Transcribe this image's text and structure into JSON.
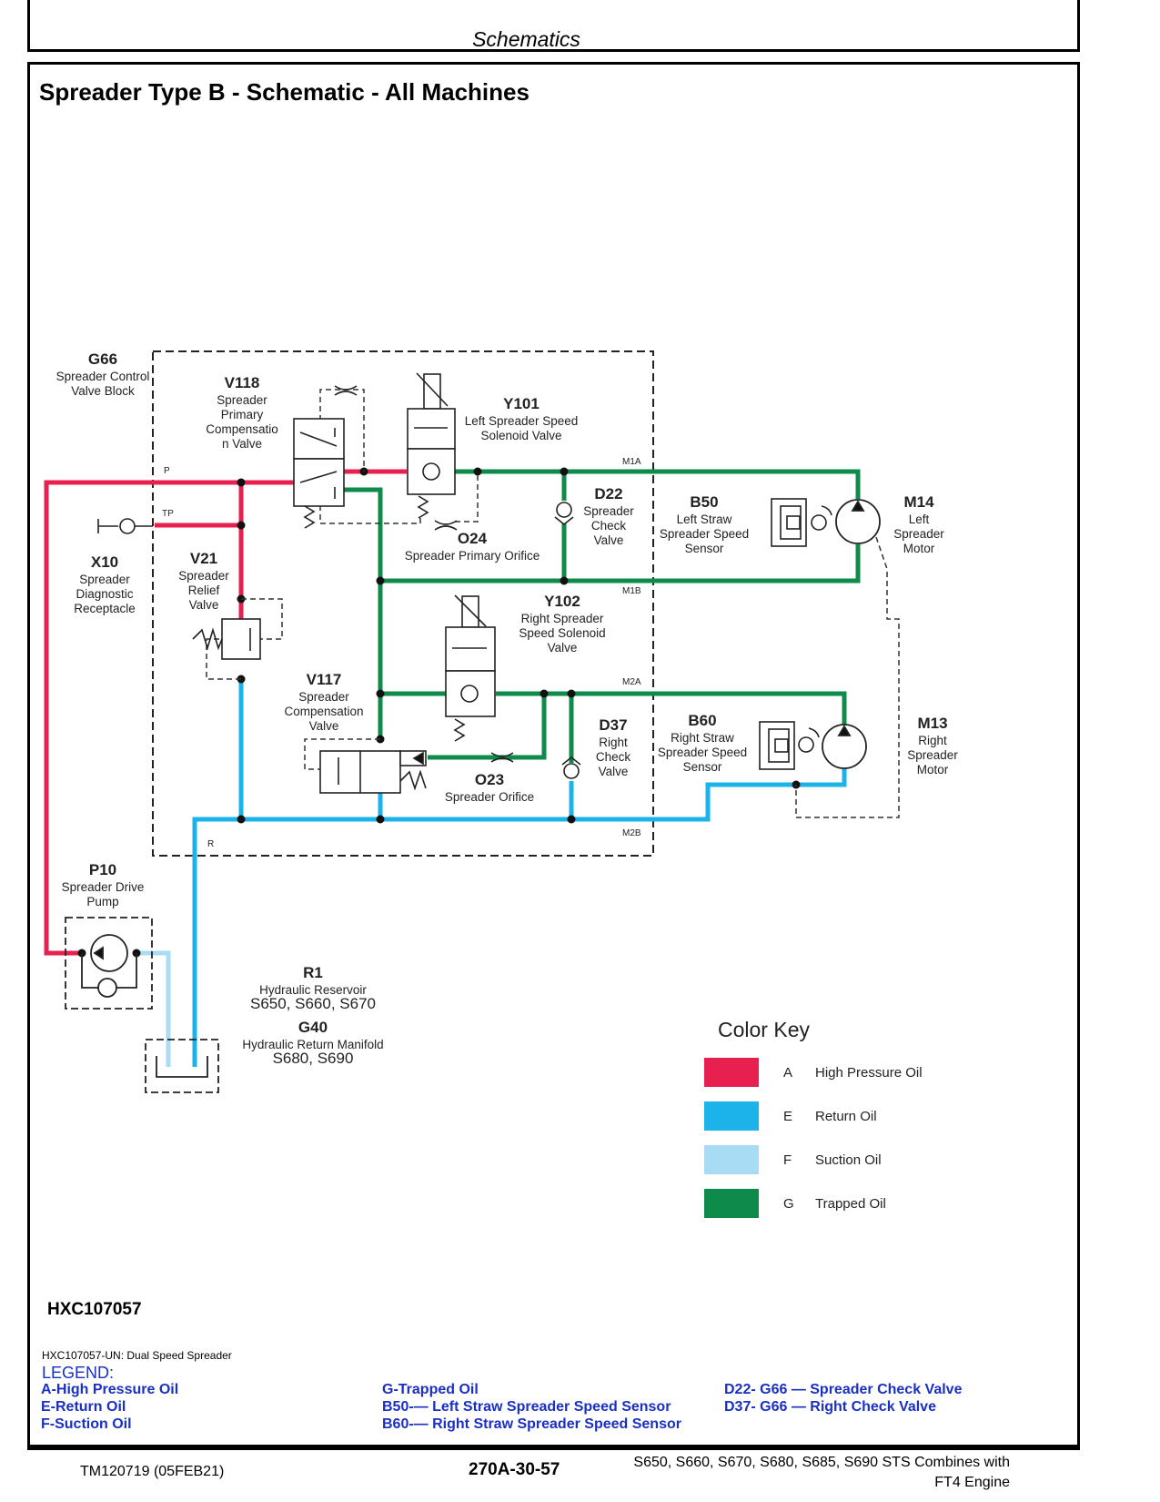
{
  "header": {
    "section": "Schematics"
  },
  "page_title": "Spreader Type B - Schematic - All Machines",
  "components": {
    "g66": {
      "id": "G66",
      "lines": [
        "Spreader Control",
        "Valve Block"
      ]
    },
    "v118": {
      "id": "V118",
      "lines": [
        "Spreader",
        "Primary",
        "Compensatio",
        "n Valve"
      ]
    },
    "y101": {
      "id": "Y101",
      "lines": [
        "Left Spreader Speed",
        "Solenoid Valve"
      ]
    },
    "d22": {
      "id": "D22",
      "lines": [
        "Spreader",
        "Check",
        "Valve"
      ]
    },
    "b50": {
      "id": "B50",
      "lines": [
        "Left Straw",
        "Spreader Speed",
        "Sensor"
      ]
    },
    "m14": {
      "id": "M14",
      "lines": [
        "Left",
        "Spreader",
        "Motor"
      ]
    },
    "o24": {
      "id": "O24",
      "lines": [
        "Spreader Primary Orifice"
      ]
    },
    "x10": {
      "id": "X10",
      "lines": [
        "Spreader",
        "Diagnostic",
        "Receptacle"
      ]
    },
    "v21": {
      "id": "V21",
      "lines": [
        "Spreader",
        "Relief",
        "Valve"
      ]
    },
    "y102": {
      "id": "Y102",
      "lines": [
        "Right Spreader",
        "Speed Solenoid",
        "Valve"
      ]
    },
    "v117": {
      "id": "V117",
      "lines": [
        "Spreader",
        "Compensation",
        "Valve"
      ]
    },
    "d37": {
      "id": "D37",
      "lines": [
        "Right",
        "Check",
        "Valve"
      ]
    },
    "b60": {
      "id": "B60",
      "lines": [
        "Right Straw",
        "Spreader Speed",
        "Sensor"
      ]
    },
    "m13": {
      "id": "M13",
      "lines": [
        "Right",
        "Spreader",
        "Motor"
      ]
    },
    "o23": {
      "id": "O23",
      "lines": [
        "Spreader Orifice"
      ]
    },
    "p10": {
      "id": "P10",
      "lines": [
        "Spreader Drive",
        "Pump"
      ]
    },
    "r1": {
      "id": "R1",
      "lines": [
        "Hydraulic Reservoir",
        "S650, S660, S670"
      ]
    },
    "g40": {
      "id": "G40",
      "lines": [
        "Hydraulic Return Manifold",
        "S680, S690"
      ]
    }
  },
  "ports": {
    "p": "P",
    "tp": "TP",
    "r": "R",
    "m1a": "M1A",
    "m1b": "M1B",
    "m2a": "M2A",
    "m2b": "M2B"
  },
  "color_key": {
    "title": "Color Key",
    "items": [
      {
        "code": "A",
        "label": "High Pressure Oil",
        "color": "#e8204f"
      },
      {
        "code": "E",
        "label": "Return Oil",
        "color": "#1cb3ea"
      },
      {
        "code": "F",
        "label": "Suction Oil",
        "color": "#a8dcf5"
      },
      {
        "code": "G",
        "label": "Trapped Oil",
        "color": "#0e8a4a"
      }
    ]
  },
  "figure_id": "HXC107057",
  "caption": "HXC107057-UN: Dual Speed Spreader",
  "legend": {
    "title": "LEGEND:",
    "col1": [
      "A-High Pressure Oil",
      "E-Return Oil",
      "F-Suction Oil"
    ],
    "col2": [
      "G-Trapped Oil",
      "B50-— Left Straw Spreader Speed Sensor",
      "B60-— Right Straw Spreader Speed Sensor"
    ],
    "col3": [
      "D22- G66 — Spreader Check Valve",
      "D37- G66 — Right Check Valve"
    ]
  },
  "footer": {
    "doc": "TM120719 (05FEB21)",
    "page": "270A-30-57",
    "models_line1": "S650, S660, S670, S680, S685, S690 STS Combines with",
    "models_line2": "FT4 Engine"
  }
}
